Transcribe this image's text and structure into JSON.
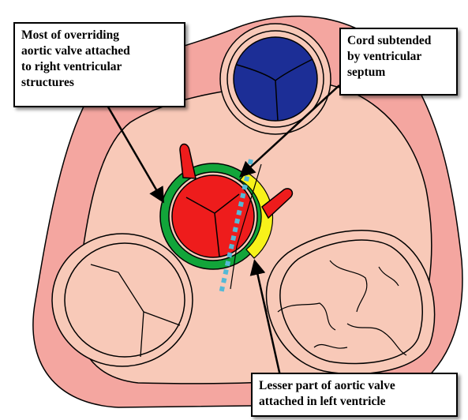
{
  "colors": {
    "background": "#ffffff",
    "heart_outer": "#f4a6a0",
    "heart_inner": "#f8c9b8",
    "pulmonary_valve": "#1c2e96",
    "aortic_valve": "#ee1c1c",
    "right_ventricular_rim": "#12a53a",
    "left_ventricular_rim": "#f7f21a",
    "septum_cord": "#55b9d6"
  },
  "labels": {
    "top_left": [
      "Most of overriding",
      "aortic valve attached",
      "to right ventricular",
      "structures"
    ],
    "top_right": [
      "Cord subtended",
      "by ventricular",
      "septum"
    ],
    "bottom": [
      "Lesser part of aortic valve",
      "attached in left ventricle"
    ]
  },
  "structures": {
    "pulmonary_valve": "pulmonary valve (blue, three leaflets)",
    "aortic_valve": "overriding aortic valve (red) with coronary arteries",
    "tricuspid_valve": "tricuspid valve (left)",
    "mitral_valve": "mitral valve (right)"
  }
}
